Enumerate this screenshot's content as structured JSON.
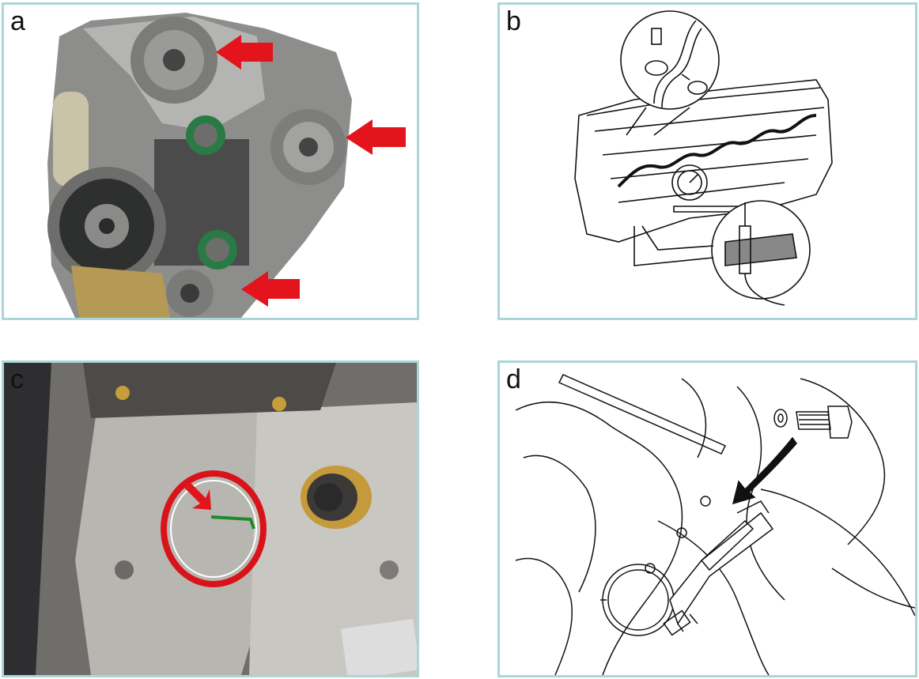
{
  "panels": [
    {
      "label": "a",
      "kind": "photo",
      "subject": "engine-timing-gears"
    },
    {
      "label": "b",
      "kind": "line-drawing",
      "subject": "cylinder-head-with-pressure-gauge"
    },
    {
      "label": "c",
      "kind": "photo",
      "subject": "pump-housing-timing-mark"
    },
    {
      "label": "d",
      "kind": "line-drawing",
      "subject": "dial-gauge-and-bolt"
    }
  ],
  "colors": {
    "frame": "#a9d6d8",
    "arrow_red": "#e3141b",
    "mark_green": "#1f8a2a",
    "circle_red": "#d8141a",
    "line": "#111111"
  }
}
